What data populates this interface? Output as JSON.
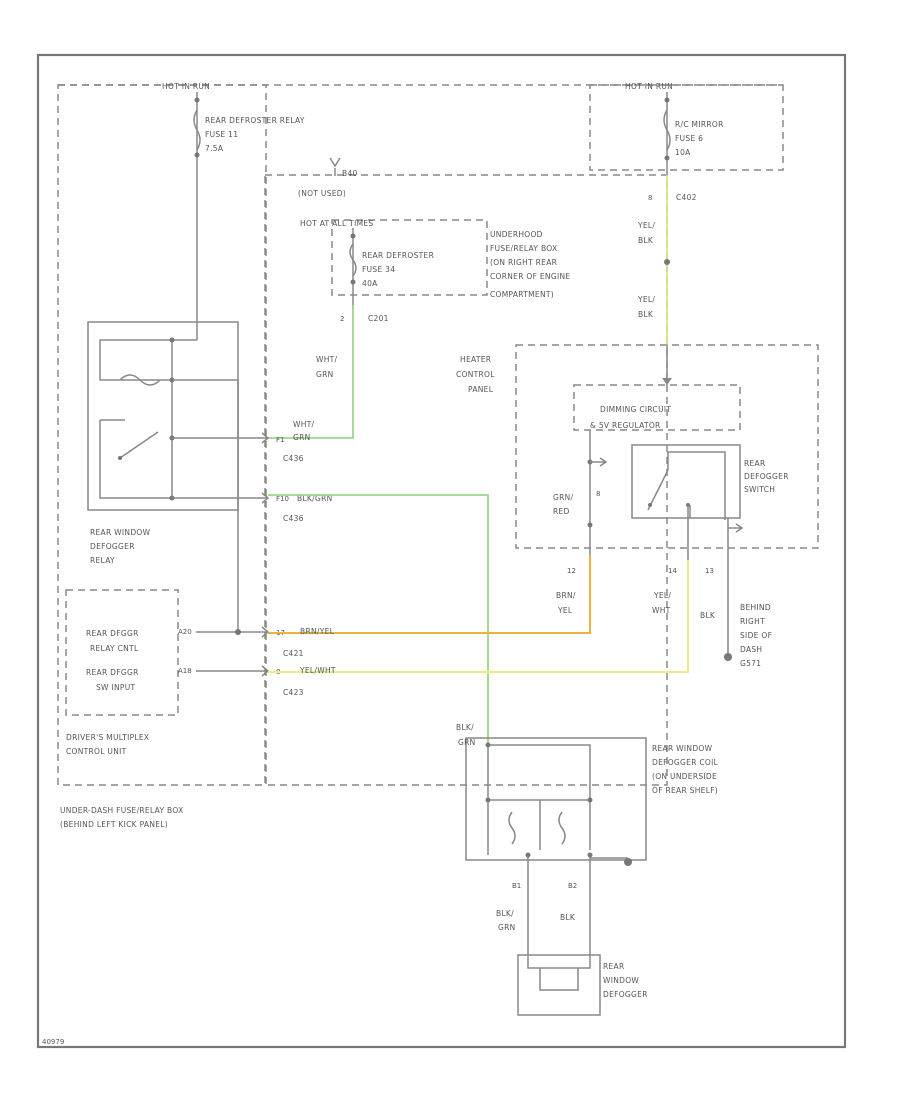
{
  "diagram": {
    "corner_code": "40979",
    "hot_in_run_left": "HOT IN RUN",
    "hot_in_run_right": "HOT IN RUN",
    "rear_defroster_relay_fuse": "REAR DEFROSTER RELAY",
    "fuse_11": "FUSE 11",
    "fuse_11_amp": "7.5A",
    "rc_mirror": "R/C MIRROR",
    "fuse_6": "FUSE 6",
    "fuse_6_amp": "10A",
    "c402_pin": "8",
    "c402": "C402",
    "b40_label": "B40",
    "not_used": "(NOT USED)",
    "hot_at_all_times": "HOT AT ALL TIMES",
    "rear_defroster_fuse": "REAR DEFROSTER",
    "fuse_34": "FUSE 34",
    "fuse_34_amp": "40A",
    "underhood_box": [
      "UNDERHOOD",
      "FUSE/RELAY BOX",
      "(ON RIGHT REAR",
      "CORNER OF ENGINE",
      "COMPARTMENT)"
    ],
    "c201_pin": "2",
    "c201": "C201",
    "wht_grn_1": [
      "WHT/",
      "GRN"
    ],
    "wht_grn_2": [
      "WHT/",
      "GRN"
    ],
    "yel_blk_1": [
      "YEL/",
      "BLK"
    ],
    "yel_blk_2": [
      "YEL/",
      "BLK"
    ],
    "heater_panel": [
      "HEATER",
      "CONTROL",
      "PANEL"
    ],
    "dimming_circuit": [
      "DIMMING CIRCUIT",
      "& 5V REGULATOR"
    ],
    "rear_defogger_switch": [
      "REAR",
      "DEFOGGER",
      "SWITCH"
    ],
    "grn_red": [
      "GRN/",
      "RED"
    ],
    "c436_top": "C436",
    "c436_bottom": "C436",
    "blk_grn": "BLK/GRN",
    "f1_pin": "F1",
    "f10_pin": "F10",
    "rear_window_relay": [
      "REAR WINDOW",
      "DEFOGGER",
      "RELAY"
    ],
    "rear_dfggr_relay_cntl": [
      "REAR DFGGR",
      "RELAY CNTL"
    ],
    "rear_dfggr_sw_input": [
      "REAR DFGGR",
      "SW INPUT"
    ],
    "pin_a20": "A20",
    "pin_a18": "A18",
    "brn_yel_wire": "BRN/YEL",
    "yel_wht_wire": "YEL/WHT",
    "c421": "C421",
    "c423": "C423",
    "pin_17_c421": "17",
    "pin_8_c423": "8",
    "brn_yel": [
      "BRN/",
      "YEL"
    ],
    "yel_wht": [
      "YEL/",
      "WHT"
    ],
    "pin_12": "12",
    "pin_14": "14",
    "pin_13": "13",
    "blk": "BLK",
    "behind_right_dash": [
      "BEHIND",
      "RIGHT",
      "SIDE OF",
      "DASH",
      "G571"
    ],
    "drivers_mux": [
      "DRIVER'S MULTIPLEX",
      "CONTROL UNIT"
    ],
    "underdash_box": [
      "UNDER-DASH FUSE/RELAY BOX",
      "(BEHIND LEFT KICK PANEL)"
    ],
    "blk_grn_2": [
      "BLK/",
      "GRN"
    ],
    "rear_window_coil": [
      "REAR WINDOW",
      "DEFOGGER COIL",
      "(ON UNDERSIDE",
      "OF REAR SHELF)"
    ],
    "b1": "B1",
    "b2": "B2",
    "blk_grn_3": [
      "BLK/",
      "GRN"
    ],
    "blk_2": "BLK",
    "rear_window_defogger": [
      "REAR",
      "WINDOW",
      "DEFOGGER"
    ]
  },
  "colors": {
    "green_wire": "#9ed68a",
    "yellow_wire": "#f0ee7a",
    "orange_wire": "#e9b23a",
    "yel_blk_wire": "#d5e48a",
    "line": "#888888",
    "text": "#555555"
  }
}
